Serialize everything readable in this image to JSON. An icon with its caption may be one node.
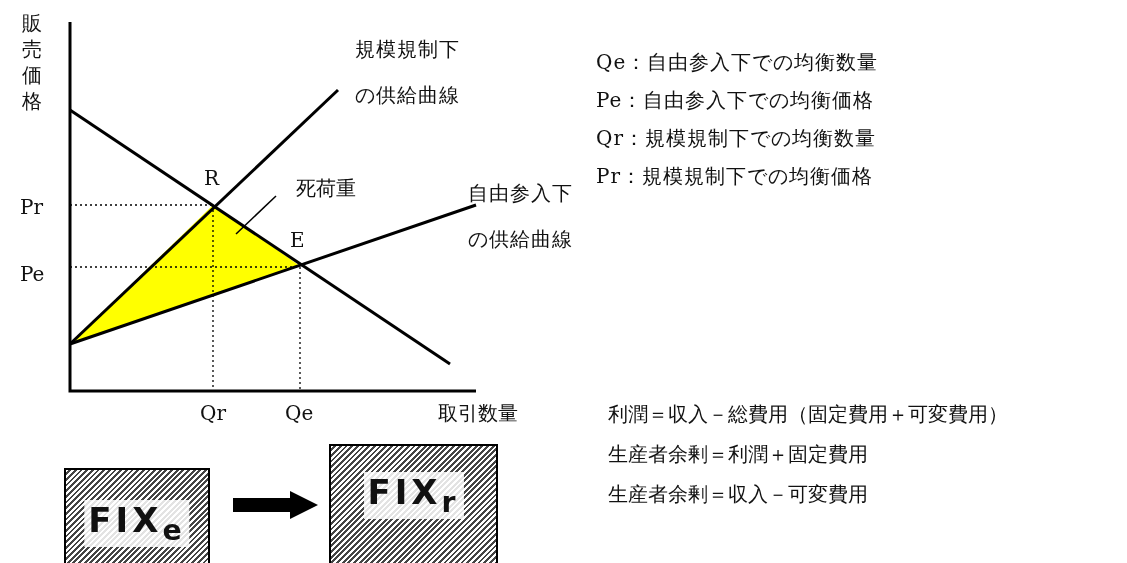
{
  "diagram": {
    "nodes": [
      {
        "text": [
          "死荷重"
        ]
      },
      {
        "text": [],
        "shape": "triangle"
      },
      {
        "text": [
          "FIX$_{e}$"
        ]
      },
      {
        "text": [
          "FIX$_{r}$"
        ]
      }
    ],
    "edges": [
      {
        "from": 0,
        "to": 1,
        "arrow": "none"
      },
      {
        "from": 2,
        "to": 3,
        "arrow": "to",
        "style": "thick"
      }
    ],
    "labels": [
      "販売価格",
      "規模規制下の供給曲線",
      "Qe：自由参入下での均衡数量",
      "Pe：自由参入下での均衡価格",
      "Qr：規模規制下での均衡数量",
      "R",
      "自由参入下の供給曲線",
      "Pr：規模規制下での均衡価格",
      "Pr",
      "E",
      "Pe",
      "Qr",
      "Qe",
      "取引数量",
      "利潤＝収入－総費用（固定費用＋可変費用）",
      "生産者余剰＝利潤＋固定費用",
      "生産者余剰＝収入－可変費用"
    ]
  }
}
